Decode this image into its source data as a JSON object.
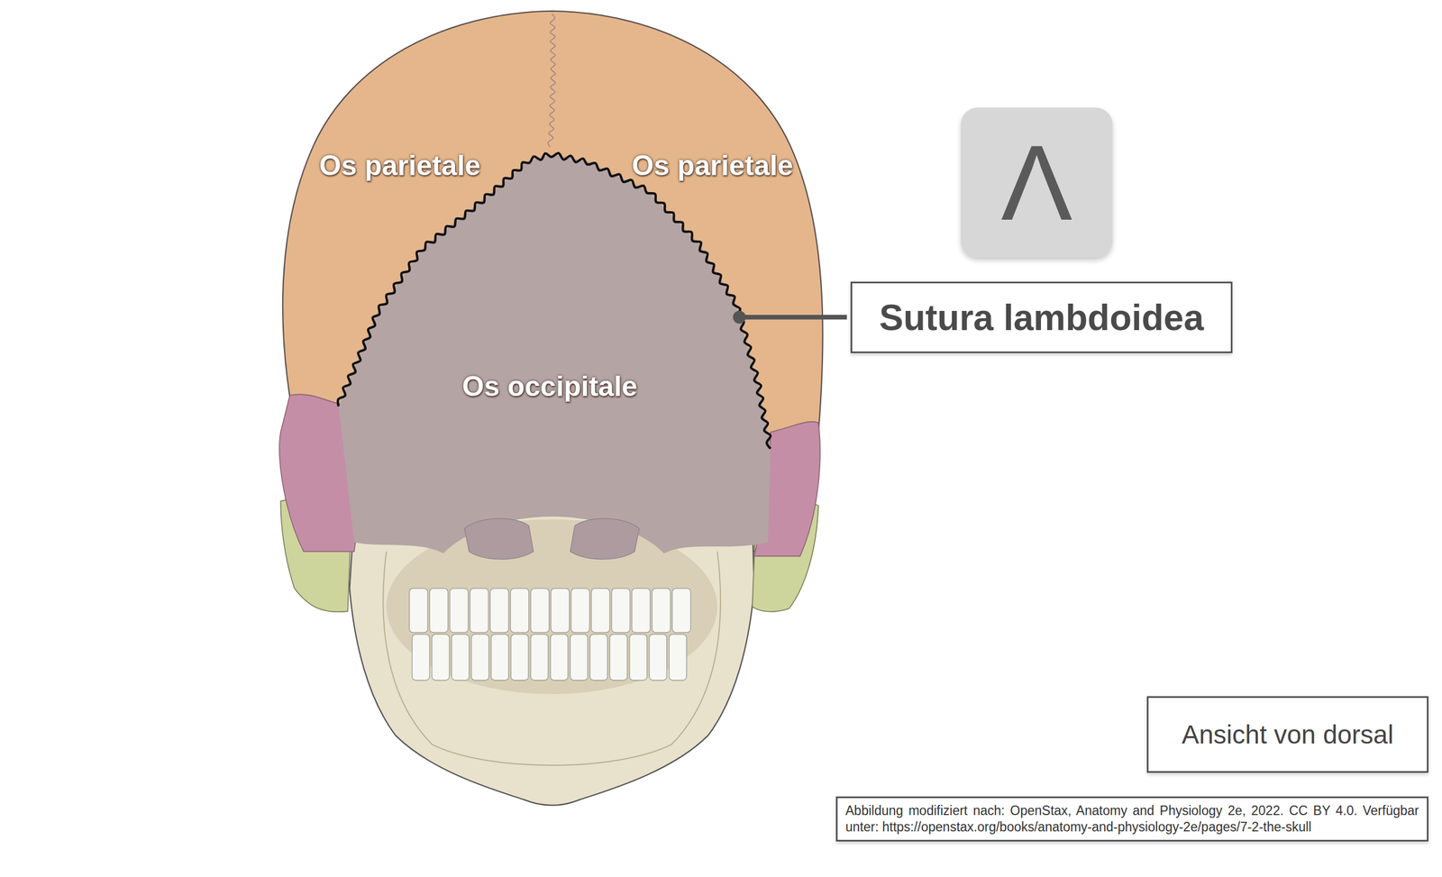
{
  "diagram": {
    "nodes": [
      {
        "text": [
          "Λ"
        ]
      },
      {
        "text": [
          "Sutura lambdoidea"
        ]
      },
      {
        "text": [
          "Ansicht von dorsal"
        ]
      },
      {
        "text": [
          "Abbildung modifiziert nach: OpenStax, Anatomy and Physiology 2e, 2022. CC BY 4.0. Verfügbar unter: https://openstax.org/books/anatomy-and-physiology-2e/pages/7-2-the-skull"
        ]
      }
    ],
    "labels": [
      "Os parietale",
      "Os parietale",
      "Os occipitale"
    ]
  }
}
